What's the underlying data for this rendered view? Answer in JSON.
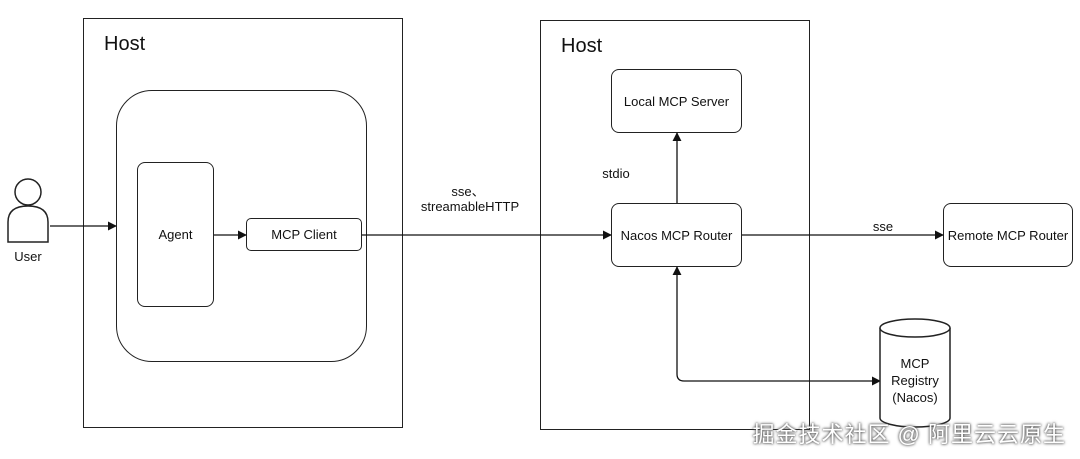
{
  "hosts": [
    {
      "title": "Host"
    },
    {
      "title": "Host"
    }
  ],
  "user": {
    "label": "User"
  },
  "nodes": {
    "agent": "Agent",
    "mcp_client": "MCP Client",
    "local_mcp_server": "Local MCP Server",
    "nacos_mcp_router": "Nacos MCP Router",
    "remote_mcp_router": "Remote MCP Router",
    "registry": "MCP\nRegistry\n(Nacos)"
  },
  "edge_labels": {
    "client_to_router_line1": "sse、",
    "client_to_router_line2": "streamableHTTP",
    "stdio": "stdio",
    "sse": "sse"
  },
  "watermark": "掘金技术社区 @ 阿里云云原生"
}
